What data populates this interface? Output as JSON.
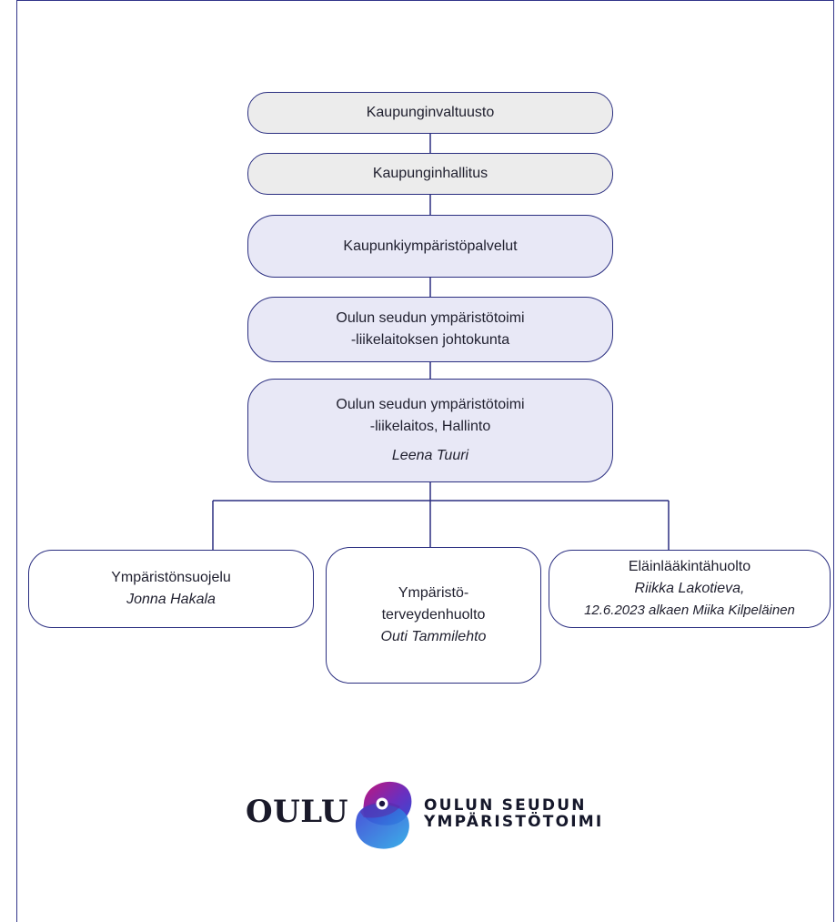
{
  "org_chart": {
    "council": "Kaupunginvaltuusto",
    "board": "Kaupunginhallitus",
    "services": "Kaupunkiympäristöpalvelut",
    "committee": {
      "line1": "Oulun seudun ympäristötoimi",
      "line2": "-liikelaitoksen johtokunta"
    },
    "administration": {
      "line1": "Oulun seudun ympäristötoimi",
      "line2": "-liikelaitos, Hallinto",
      "head": "Leena Tuuri"
    },
    "units": [
      {
        "name_line1": "Ympäristönsuojelu",
        "name_line2": "",
        "person_line1": "Jonna Hakala",
        "person_line2": ""
      },
      {
        "name_line1": "Ympäristö-",
        "name_line2": "terveydenhuolto",
        "person_line1": "Outi Tammilehto",
        "person_line2": ""
      },
      {
        "name_line1": "Eläinlääkintähuolto",
        "name_line2": "",
        "person_line1": "Riikka Lakotieva,",
        "person_line2": "12.6.2023 alkaen Miika Kilpeläinen"
      }
    ]
  },
  "logo": {
    "city_wordmark": "OULU",
    "brand_line1": "OULUN SEUDUN",
    "brand_line2": "YMPÄRISTÖTOIMI"
  },
  "colors": {
    "border": "#2a2e80",
    "grey_fill": "#ececec",
    "lavender_fill": "#e8e8f6",
    "emblem_magenta": "#c2157a",
    "emblem_blue": "#2d4fd6",
    "emblem_cyan": "#2aa9e6"
  }
}
